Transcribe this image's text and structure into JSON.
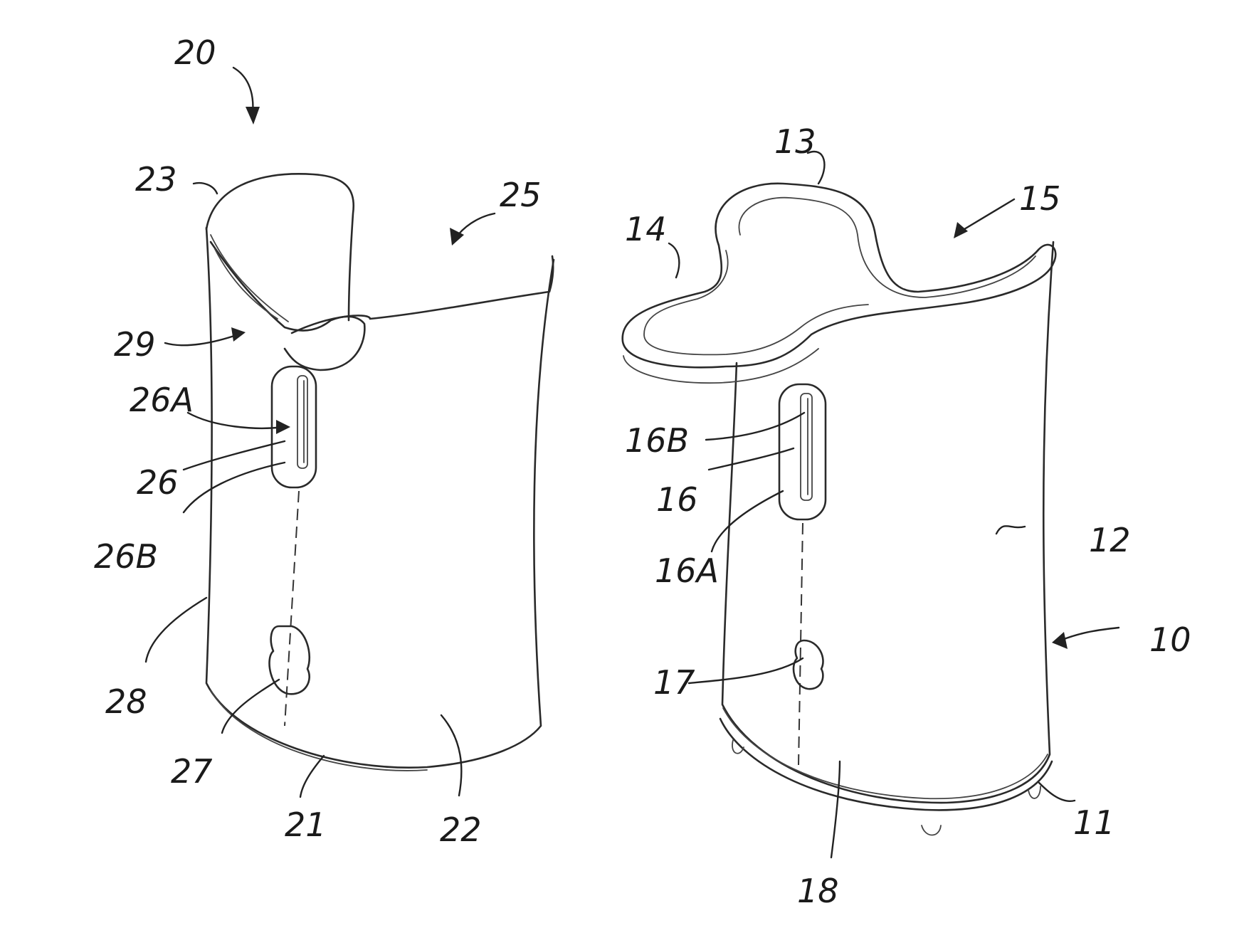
{
  "figure": {
    "left_device": {
      "ref_20": "20",
      "ref_23": "23",
      "ref_25": "25",
      "ref_29": "29",
      "ref_26A": "26A",
      "ref_26": "26",
      "ref_26B": "26B",
      "ref_28": "28",
      "ref_27": "27",
      "ref_21": "21",
      "ref_22": "22"
    },
    "right_device": {
      "ref_13": "13",
      "ref_15": "15",
      "ref_14": "14",
      "ref_16B": "16B",
      "ref_16": "16",
      "ref_16A": "16A",
      "ref_12": "12",
      "ref_10": "10",
      "ref_17": "17",
      "ref_11": "11",
      "ref_18": "18"
    }
  }
}
